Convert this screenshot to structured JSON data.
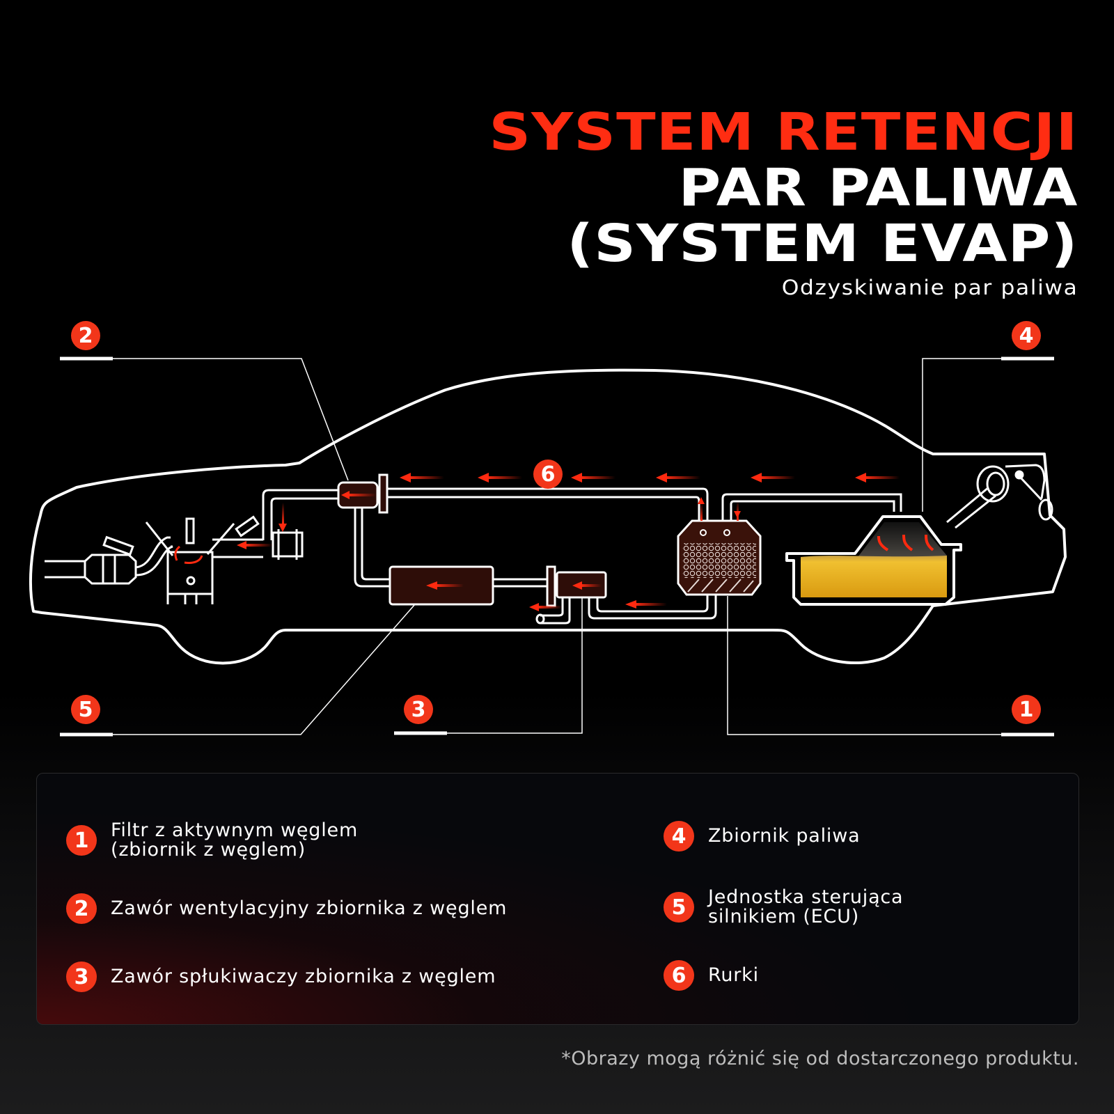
{
  "title": {
    "line1": "SYSTEM RETENCJI",
    "line2": "PAR PALIWA",
    "line3": "(SYSTEM EVAP)",
    "subtitle": "Odzyskiwanie par paliwa"
  },
  "colors": {
    "accent": "#f2361a",
    "title_red": "#ff2d12",
    "line": "#ffffff",
    "component_fill": "#2e0d08",
    "fuel": "#e0a91c",
    "background": "#000000"
  },
  "diagram": {
    "subject": "car-outline-evap-system",
    "callouts": [
      {
        "num": "1",
        "target": "charcoal-canister"
      },
      {
        "num": "2",
        "target": "canister-vent-valve"
      },
      {
        "num": "3",
        "target": "canister-purge-valve"
      },
      {
        "num": "4",
        "target": "fuel-tank"
      },
      {
        "num": "5",
        "target": "engine-control-unit"
      },
      {
        "num": "6",
        "target": "tubes"
      }
    ],
    "flow_direction": "tank-to-engine"
  },
  "legend": {
    "items": [
      {
        "num": "1",
        "label": "Filtr z aktywnym węglem\n(zbiornik z węglem)"
      },
      {
        "num": "2",
        "label": "Zawór wentylacyjny zbiornika z węglem"
      },
      {
        "num": "3",
        "label": "Zawór spłukiwaczy zbiornika z węglem"
      },
      {
        "num": "4",
        "label": "Zbiornik paliwa"
      },
      {
        "num": "5",
        "label": "Jednostka sterująca\nsilnikiem (ECU)"
      },
      {
        "num": "6",
        "label": "Rurki"
      }
    ]
  },
  "disclaimer": "*Obrazy mogą różnić się od dostarczonego produktu."
}
